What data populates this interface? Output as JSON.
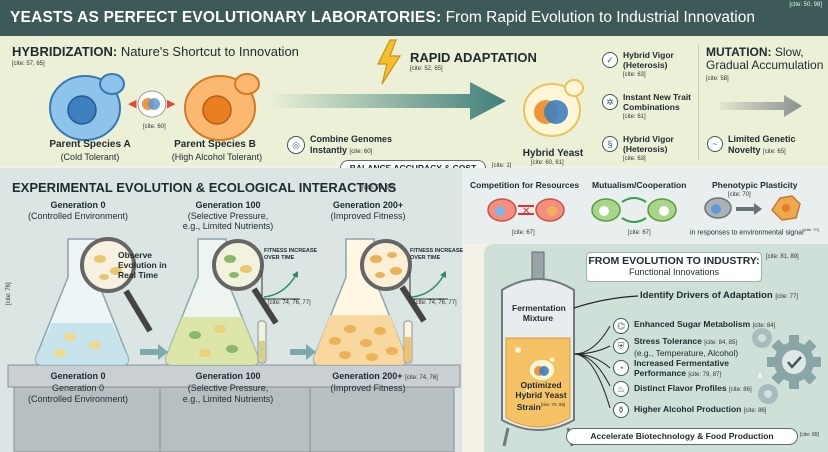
{
  "header": {
    "title_bold": "YEASTS AS PERFECT EVOLUTIONARY LABORATORIES:",
    "title_rest": " From Rapid Evolution to Industrial Innovation",
    "cite": "[cite: 50, 98]"
  },
  "hybridization": {
    "title_bold": "HYBRIDIZATION:",
    "title_rest": " Nature's Shortcut to Innovation",
    "cite": "[cite: 57, 65]",
    "middle_cite": "[cite: 60]",
    "species_a_name": "Parent Species A",
    "species_a_sub": "(Cold Tolerant)",
    "species_b_name": "Parent Species B",
    "species_b_sub": "(High Alcohol Tolerant)",
    "combine_line1": "Combine Genomes",
    "combine_line2": "Instantly",
    "combine_cite": "[cite: 60]"
  },
  "rapid": {
    "title": "RAPID ADAPTATION",
    "cite": "[cite: 52, 65]",
    "hybrid_name": "Hybrid Yeast",
    "hybrid_cite": "[cite: 60, 61]",
    "benefits": [
      {
        "line1": "Hybrid Vigor",
        "line2": "(Heterosis)",
        "cite": "[cite: 63]",
        "icon": "check-icon"
      },
      {
        "line1": "Instant New Trait",
        "line2": "Combinations",
        "cite": "[cite: 61]",
        "icon": "gear-icon"
      },
      {
        "line1": "Hybrid Vigor",
        "line2": "(Heterosis)",
        "cite": "[cite: 63]",
        "icon": "dna-icon"
      }
    ]
  },
  "mutation": {
    "title_bold": "MUTATION:",
    "title_rest": " Slow,",
    "title_line2": "Gradual Accumulation",
    "cite": "[cite: 58]",
    "novelty_line1": "Limited Genetic",
    "novelty_line2": "Novelty",
    "novelty_cite": "[cite: 65]"
  },
  "balance": {
    "label": "BALANCE ACCURACY & COST",
    "cite": "[cite: 1]"
  },
  "experimental": {
    "title": "EXPERIMENTAL EVOLUTION & ECOLOGICAL INTERACTIONS",
    "cite": "[cite: 71, 90]",
    "side_cite": "[cite: 76]",
    "gen0_title": "Generation 0",
    "gen0_sub": "(Controlled Environment)",
    "gen100_title": "Generation 100",
    "gen100_sub1": "(Selective Pressure,",
    "gen100_sub2": "e.g., Limited Nutrients)",
    "gen200_title": "Generation 200+",
    "gen200_sub": "(Improved Fitness)",
    "observe_line1": "Observe",
    "observe_line2": "Evolution in",
    "observe_line3": "Real Time",
    "fitness_line1": "FITNESS INCREASE",
    "fitness_line2": "OVER TIME",
    "fitness_cite": "[cite: 74, 76, 77]",
    "bottom_gen0_title": "Generation 0",
    "bottom_gen0_line2": "Generation 0",
    "bottom_gen0_line3": "(Controlled Environment)",
    "bottom_gen100_title": "Generation 100",
    "bottom_gen100_line2": "(Selective Pressure,",
    "bottom_gen100_line3": "e.g., Limited Nutrients)",
    "bottom_gen200_title": "Generation 200+",
    "bottom_gen200_cite": "[cite: 74, 76]",
    "bottom_gen200_line2": "(Improved Fitness)"
  },
  "ecology": {
    "items": [
      {
        "title": "Competition for Resources",
        "cite": "[cite: 67]"
      },
      {
        "title": "Mutualism/Cooperation",
        "cite": "[cite: 67]"
      },
      {
        "title": "Phenotypic Plasticity",
        "cite": "[cite: 70]"
      }
    ],
    "plasticity_caption": "in responses to environmental signal",
    "plasticity_sup": "[cite: 70]"
  },
  "industry": {
    "title": "FROM EVOLUTION TO INDUSTRY:",
    "subtitle": "Functional Innovations",
    "cite": "[cite: 81, 89]",
    "identify": "Identify Drivers of Adaptation",
    "identify_cite": "[cite: 77]",
    "tank_label1": "Fermentation",
    "tank_label2": "Mixture",
    "strain_line1": "Optimized",
    "strain_line2": "Hybrid Yeast",
    "strain_line3": "Strain",
    "strain_cite": "[cite: 79, 85]",
    "innovations": [
      {
        "line1": "Enhanced Sugar Metabolism",
        "line2": "",
        "cite": "[cite: 84]"
      },
      {
        "line1": "Stress Tolerance",
        "line2": "(e.g., Temperature, Alcohol)",
        "cite": "[cite: 84, 85]"
      },
      {
        "line1": "Increased Fermentative",
        "line2": "Performance",
        "cite": "[cite: 79, 87]"
      },
      {
        "line1": "Distinct Flavor Profiles",
        "line2": "",
        "cite": "[cite: 86]"
      },
      {
        "line1": "Higher Alcohol Production",
        "line2": "",
        "cite": "[cite: 86]"
      }
    ],
    "accelerate": "Accelerate Biotechnology & Food Production",
    "accelerate_cite": "[cite: 89]"
  },
  "colors": {
    "header": "#3d5a58",
    "top_bg": "#ebf0d6",
    "exp_bg": "#dbe6e4",
    "ind_bg": "#cfe0d9",
    "cell_blue": "#5b9bd5",
    "cell_orange": "#f0953a",
    "arrow_teal": "#3f7f7a"
  }
}
